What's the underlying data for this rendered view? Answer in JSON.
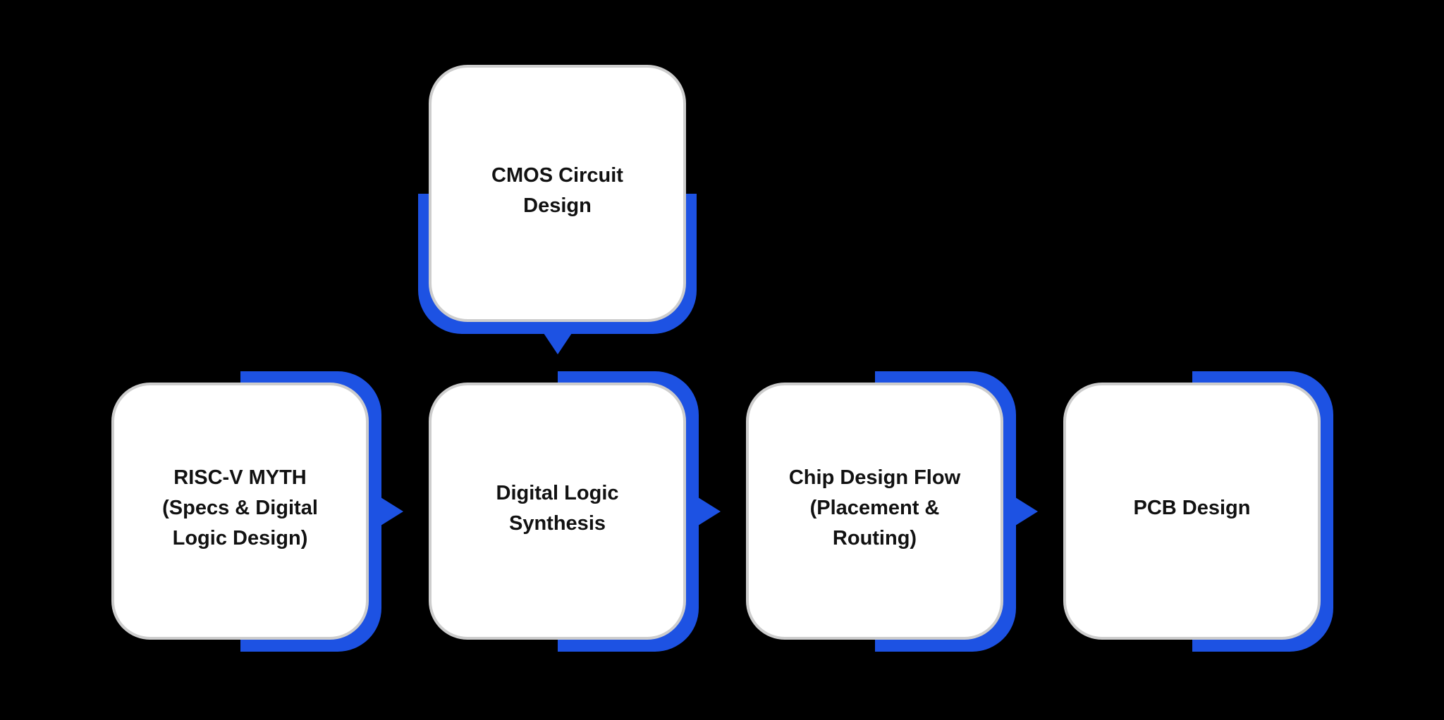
{
  "diagram": {
    "background_color": "#000000",
    "accent_color": "#1d52e3",
    "card_fill": "#ffffff",
    "card_border_color": "#cdcdcd",
    "text_color": "#111111",
    "nodes": [
      {
        "id": "cmos-circuit-design",
        "label": "CMOS Circuit Design",
        "lines": [
          "CMOS Circuit",
          "Design"
        ],
        "row": "top",
        "connector": "down-arrow",
        "points_to": "digital-logic-synthesis"
      },
      {
        "id": "risc-v-myth",
        "label": "RISC-V MYTH (Specs & Digital Logic Design)",
        "lines": [
          "RISC-V MYTH",
          "(Specs & Digital",
          "Logic Design)"
        ],
        "row": "bottom",
        "connector": "right-arrow",
        "points_to": "digital-logic-synthesis"
      },
      {
        "id": "digital-logic-synthesis",
        "label": "Digital Logic Synthesis",
        "lines": [
          "Digital Logic",
          "Synthesis"
        ],
        "row": "bottom",
        "connector": "right-arrow",
        "points_to": "chip-design-flow"
      },
      {
        "id": "chip-design-flow",
        "label": "Chip Design Flow (Placement & Routing)",
        "lines": [
          "Chip Design Flow",
          "(Placement &",
          "Routing)"
        ],
        "row": "bottom",
        "connector": "right-arrow",
        "points_to": "pcb-design"
      },
      {
        "id": "pcb-design",
        "label": "PCB Design",
        "lines": [
          "PCB Design"
        ],
        "row": "bottom",
        "connector": "none",
        "points_to": null
      }
    ]
  }
}
